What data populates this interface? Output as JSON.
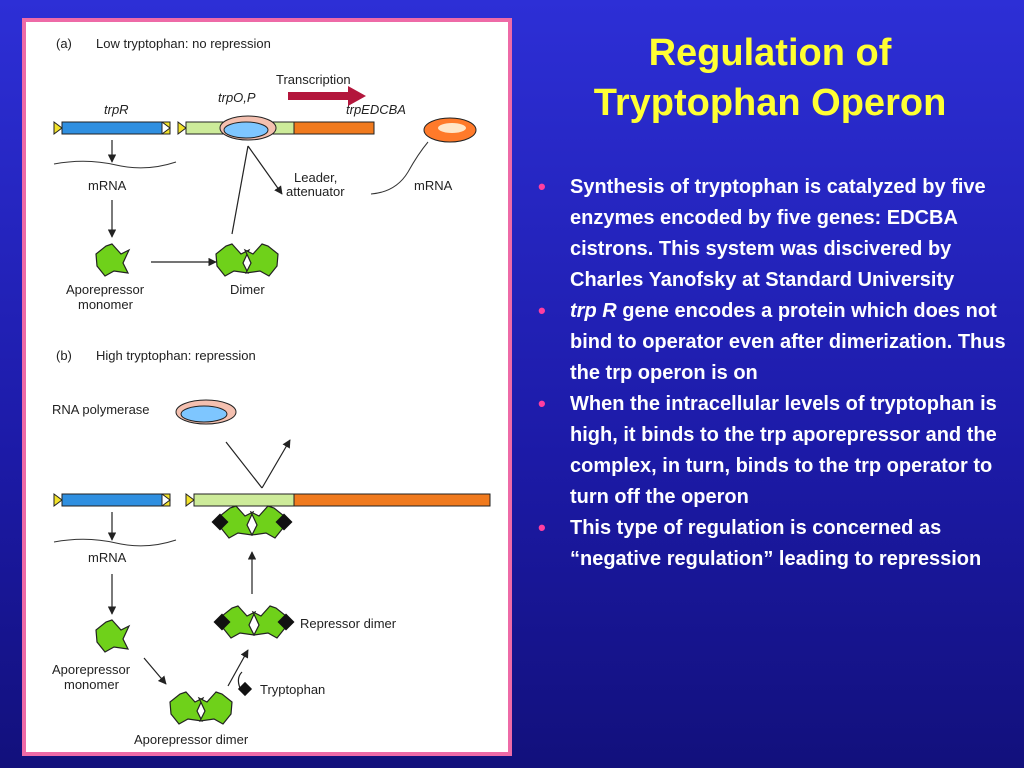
{
  "slide": {
    "title_line1": "Regulation of",
    "title_line2": "Tryptophan Operon"
  },
  "colors": {
    "background": "#1c1aa6",
    "title": "#ffff33",
    "bullet": "#ff3ea0",
    "panel_border": "#ee6aa7",
    "trpR_gene": "#2f8fe0",
    "trpEDCBA_gene": "#f07a1e",
    "operator": "#cdeb9a",
    "repressor": "#6fd11a",
    "transcription_arrow": "#b3163c"
  },
  "bullets": [
    {
      "text": "Synthesis of tryptophan is catalyzed by five enzymes encoded by five genes: EDCBA cistrons.  This system was discivered by Charles Yanofsky at Standard University"
    },
    {
      "italic": "trp R",
      "text": " gene encodes a protein which does not bind to operator even after dimerization. Thus the trp operon is on"
    },
    {
      "text": "When the intracellular levels of tryptophan is high, it binds to the trp aporepressor and the complex, in turn, binds to the trp  operator to turn off the operon"
    },
    {
      "text": "This type of regulation is concerned as “negative regulation” leading to repression"
    }
  ],
  "diagram": {
    "panel_a": {
      "label": "(a)",
      "heading": "Low tryptophan: no repression",
      "trpR": "trpR",
      "trpOP": "trpO,P",
      "transcription": "Transcription",
      "trpEDCBA": "trpEDCBA",
      "mrna_left": "mRNA",
      "leader": "Leader,",
      "attenuator": "attenuator",
      "mrna_right": "mRNA",
      "aporepressor_line1": "Aporepressor",
      "aporepressor_line2": "monomer",
      "dimer": "Dimer"
    },
    "panel_b": {
      "label": "(b)",
      "heading": "High tryptophan: repression",
      "rna_polymerase": "RNA polymerase",
      "mrna": "mRNA",
      "repressor_dimer": "Repressor dimer",
      "aporepressor_line1": "Aporepressor",
      "aporepressor_line2": "monomer",
      "tryptophan": "Tryptophan",
      "aporepressor_dimer": "Aporepressor dimer"
    }
  }
}
